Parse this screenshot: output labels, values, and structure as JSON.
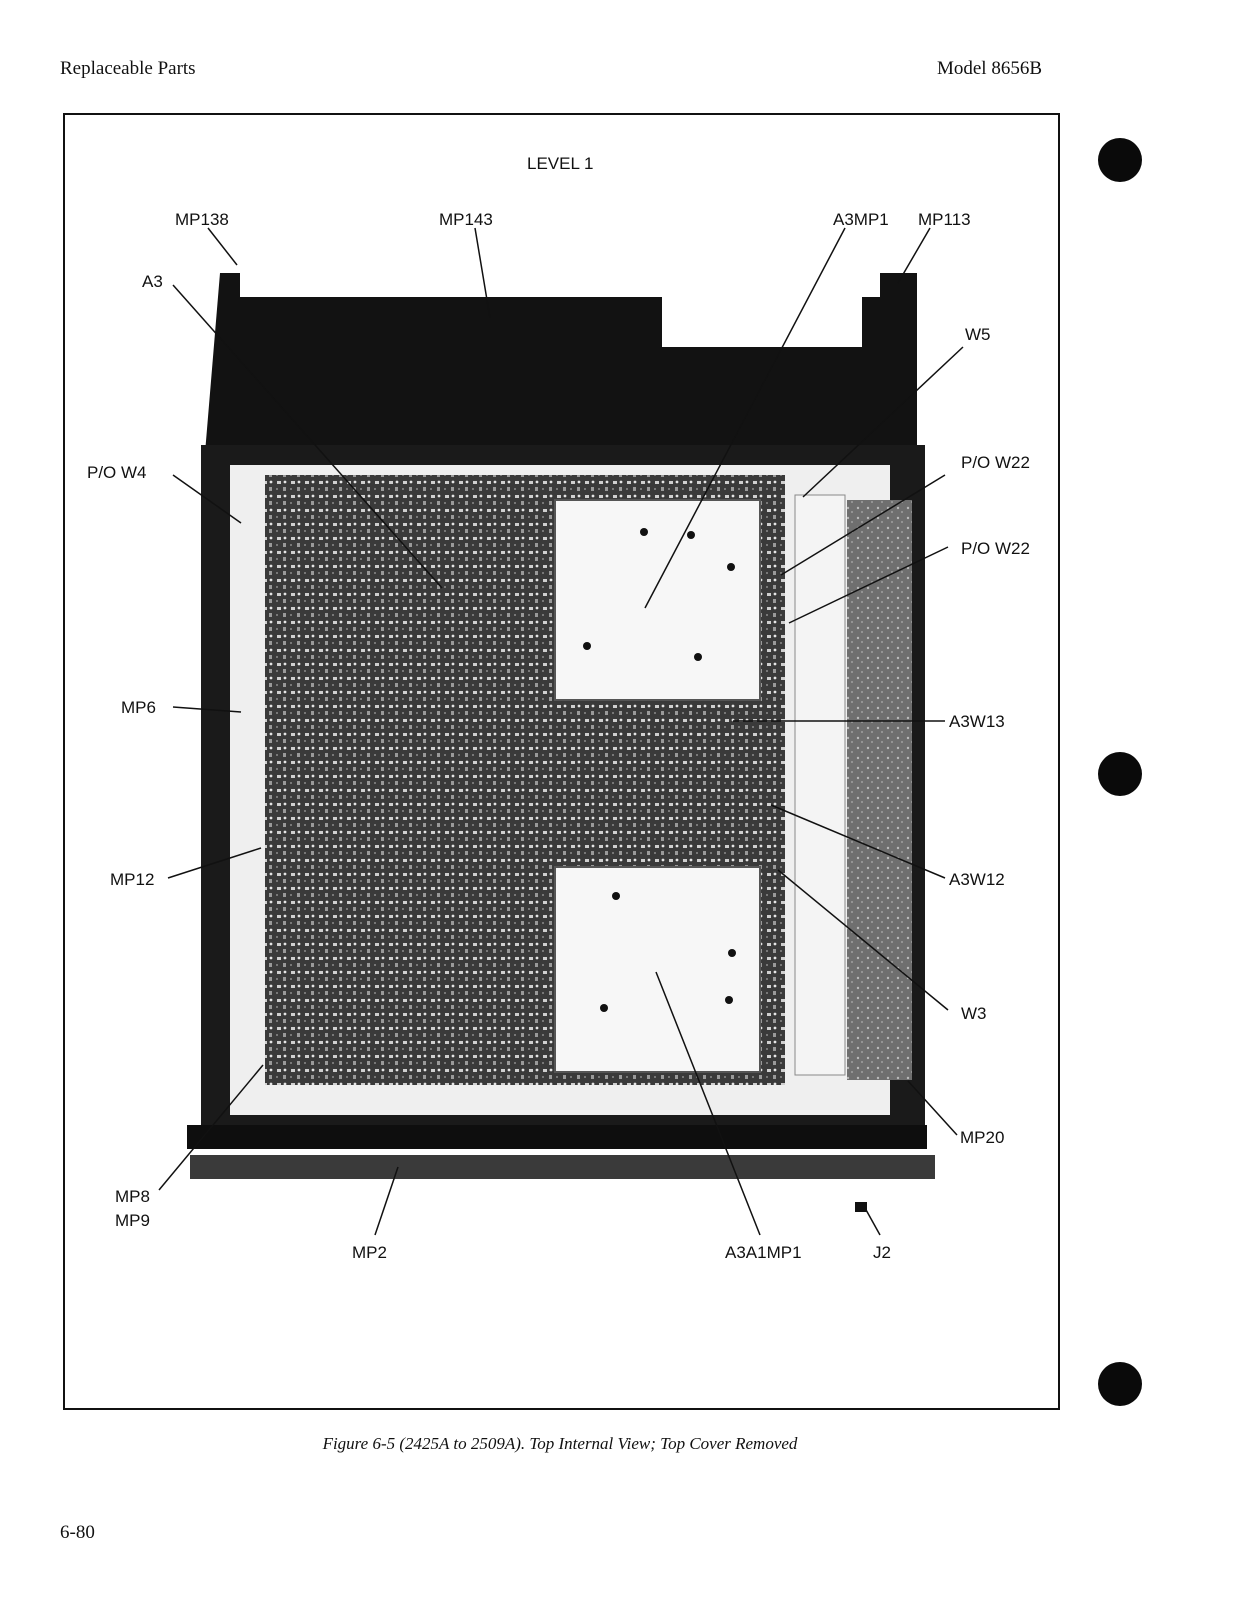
{
  "header": {
    "section": "Replaceable Parts",
    "model": "Model 8656B"
  },
  "figure": {
    "level": "LEVEL 1",
    "labels": {
      "MP138": "MP138",
      "MP143": "MP143",
      "A3MP1": "A3MP1",
      "MP113": "MP113",
      "A3": "A3",
      "W5": "W5",
      "PO_W4": "P/O W4",
      "PO_W22_a": "P/O W22",
      "PO_W22_b": "P/O W22",
      "MP6": "MP6",
      "A3W13": "A3W13",
      "A3W12": "A3W12",
      "MP12": "MP12",
      "W3": "W3",
      "MP20": "MP20",
      "MP8": "MP8",
      "MP9": "MP9",
      "MP2": "MP2",
      "A3A1MP1": "A3A1MP1",
      "J2": "J2"
    }
  },
  "caption": "Figure 6-5 (2425A to 2509A). Top Internal View; Top Cover Removed",
  "page_number": "6-80"
}
